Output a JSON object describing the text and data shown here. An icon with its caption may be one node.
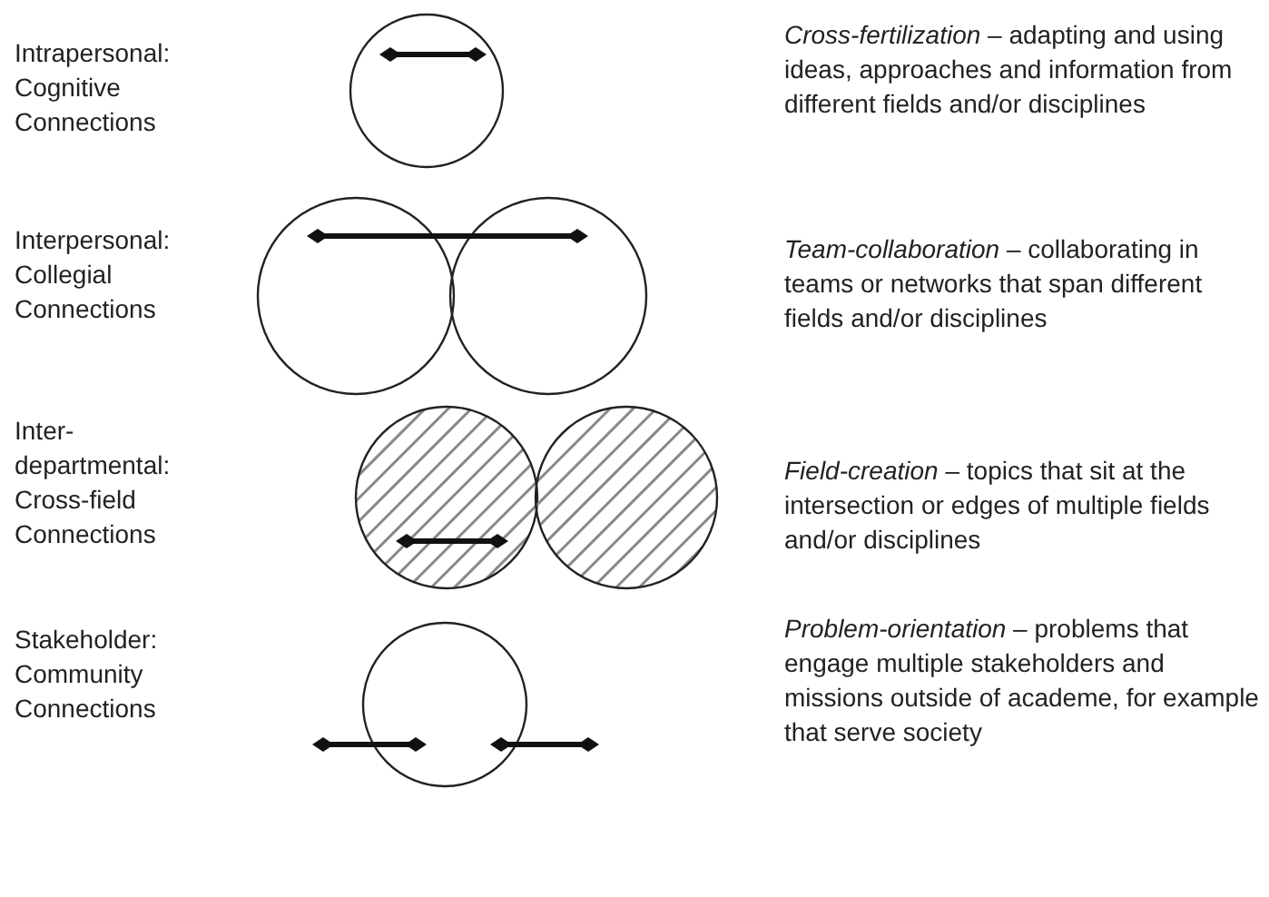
{
  "diagram": {
    "nodes": [
      {
        "text": [],
        "shape": "circle"
      },
      {
        "text": [],
        "shape": "circle"
      },
      {
        "text": [],
        "shape": "circle"
      },
      {
        "text": [],
        "shape": "circle"
      },
      {
        "text": [],
        "shape": "circle"
      },
      {
        "text": [],
        "shape": "circle"
      }
    ],
    "edges": [
      {
        "from": 1,
        "to": 2,
        "arrow": "other"
      },
      {
        "from": 3,
        "to": 4,
        "arrow": "other"
      }
    ],
    "labels": [
      "Intrapersonal: Cognitive Connections",
      "*Cross-fertilization* – adapting and using ideas, approaches and information from different fields and/or disciplines",
      "Interpersonal: Collegial Connections",
      "*Team-collaboration* – collaborating in teams or networks that span different fields and/or disciplines",
      "Inter-departmental: Cross-field Connections",
      "*Field-creation* – topics that sit at the intersection or edges of multiple fields and/or disciplines",
      "Stakeholder: Community Connections",
      "*Problem-orientation* – problems that engage multiple stakeholders and missions outside of academe, for example that serve society"
    ]
  }
}
